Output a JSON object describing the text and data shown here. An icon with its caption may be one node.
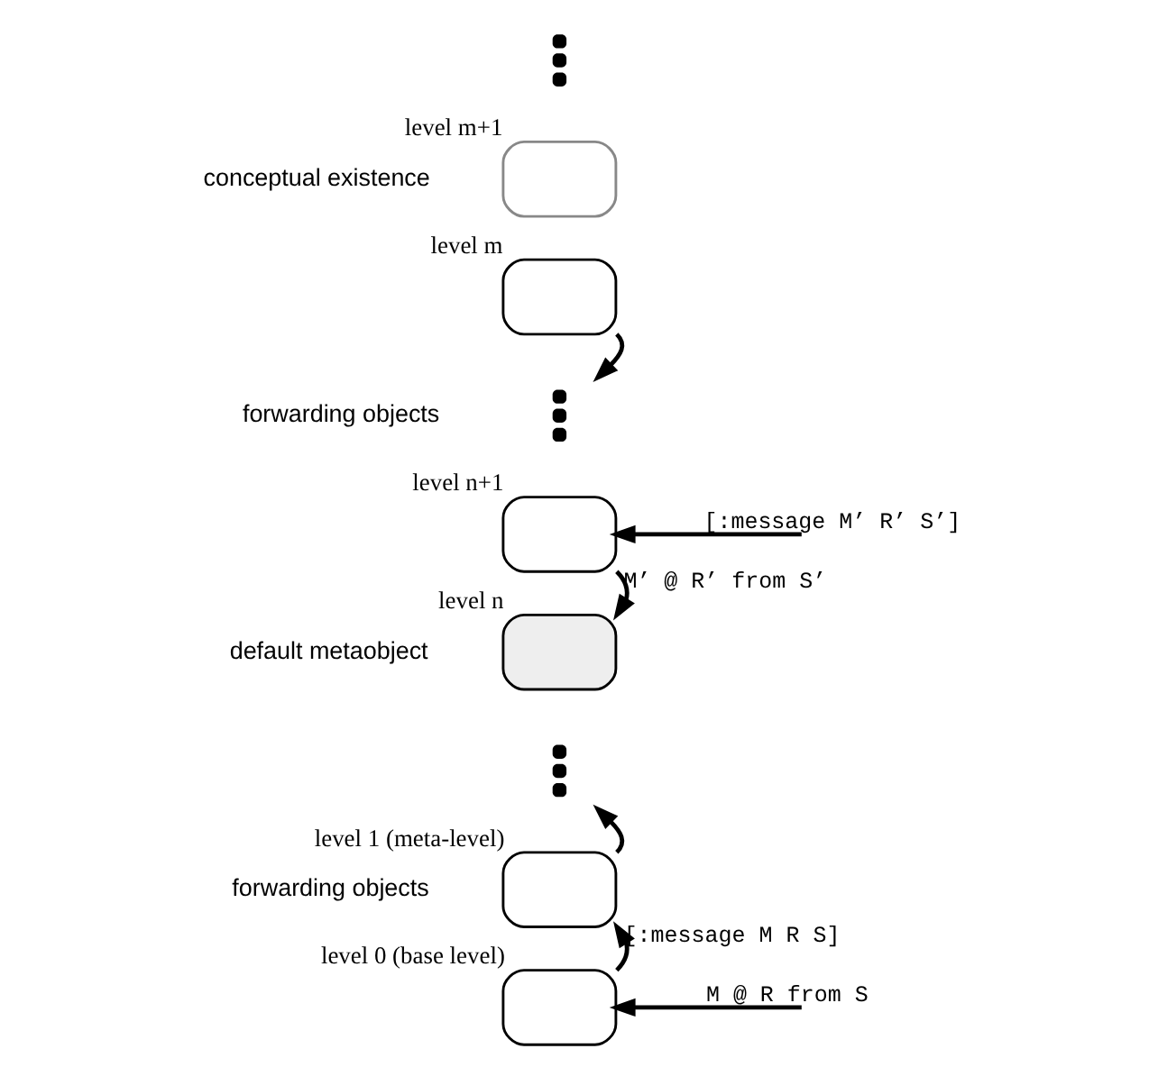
{
  "diagram": {
    "nodes": [
      {
        "text": [],
        "shape": "dots"
      },
      {
        "text": [],
        "shape": "box",
        "beside": [
          "level m+1"
        ]
      },
      {
        "text": [],
        "shape": "box",
        "beside": [
          "level m"
        ]
      },
      {
        "text": [],
        "shape": "dots"
      },
      {
        "text": [],
        "shape": "box",
        "beside": [
          "level n+1"
        ]
      },
      {
        "text": [],
        "shape": "box",
        "beside": [
          "level n"
        ]
      },
      {
        "text": [],
        "shape": "dots"
      },
      {
        "text": [],
        "shape": "box",
        "beside": [
          "level 1 (meta-level)"
        ]
      },
      {
        "text": [],
        "shape": "box",
        "beside": [
          "level 0 (base level)"
        ]
      }
    ],
    "edges": [
      {
        "from": 2,
        "to": 3,
        "arrow": "to"
      },
      {
        "from": null,
        "to": 4,
        "arrow": "to",
        "label": "[:message M’ R’ S’]"
      },
      {
        "from": 4,
        "to": 5,
        "arrow": "to",
        "label": "M’ @ R’ from S’"
      },
      {
        "from": 7,
        "to": 6,
        "arrow": "to"
      },
      {
        "from": 8,
        "to": 7,
        "arrow": "to",
        "label": "[:message M R S]"
      },
      {
        "from": null,
        "to": 8,
        "arrow": "to",
        "label": "M @ R from S"
      }
    ],
    "labels": [
      "conceptual existence",
      "forwarding objects",
      "default metaobject",
      "forwarding objects"
    ]
  }
}
